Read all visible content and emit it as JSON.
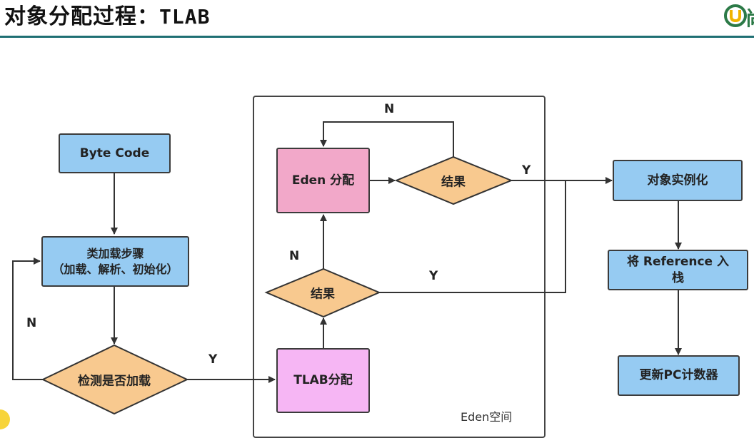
{
  "header": {
    "title_cn": "对象分配过程：",
    "title_code": "TLAB",
    "logo_text": "尚"
  },
  "nodes": {
    "byte_code": "Byte Code",
    "class_load_line1": "类加载步骤",
    "class_load_line2": "（加载、解析、初始化）",
    "check_loaded": "检测是否加载",
    "tlab_alloc": "TLAB分配",
    "eden_alloc": "Eden 分配",
    "result_upper": "结果",
    "result_lower": "结果",
    "instantiate": "对象实例化",
    "push_ref_line1": "将 Reference 入",
    "push_ref_line2": "栈",
    "update_pc": "更新PC计数器"
  },
  "container": {
    "eden_space_label": "Eden空间"
  },
  "edge_labels": {
    "n_top": "N",
    "y_upper": "Y",
    "n_middle": "N",
    "y_middle": "Y",
    "n_left": "N",
    "y_bottom": "Y"
  },
  "colors": {
    "blue_box": "#96cbf2",
    "pink_box": "#f2a8c9",
    "magenta_box": "#f6b6f4",
    "diamond": "#f8c98f",
    "header_line": "#1f6f73"
  },
  "icons": {
    "logo": "u-logo-icon"
  }
}
